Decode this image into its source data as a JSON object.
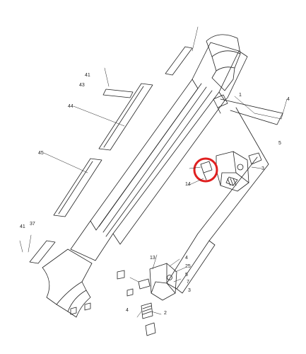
{
  "diagram": {
    "line_color": "#222222",
    "highlight_color": "#e02020",
    "callouts": {
      "c1": "1",
      "c2": "2",
      "c3": "3",
      "c4": "4",
      "c5": "5",
      "c7": "7",
      "c13": "13",
      "c14": "14",
      "c25": "25",
      "c37": "37",
      "c41": "41",
      "c43": "43",
      "c44": "44",
      "c45": "45"
    }
  }
}
